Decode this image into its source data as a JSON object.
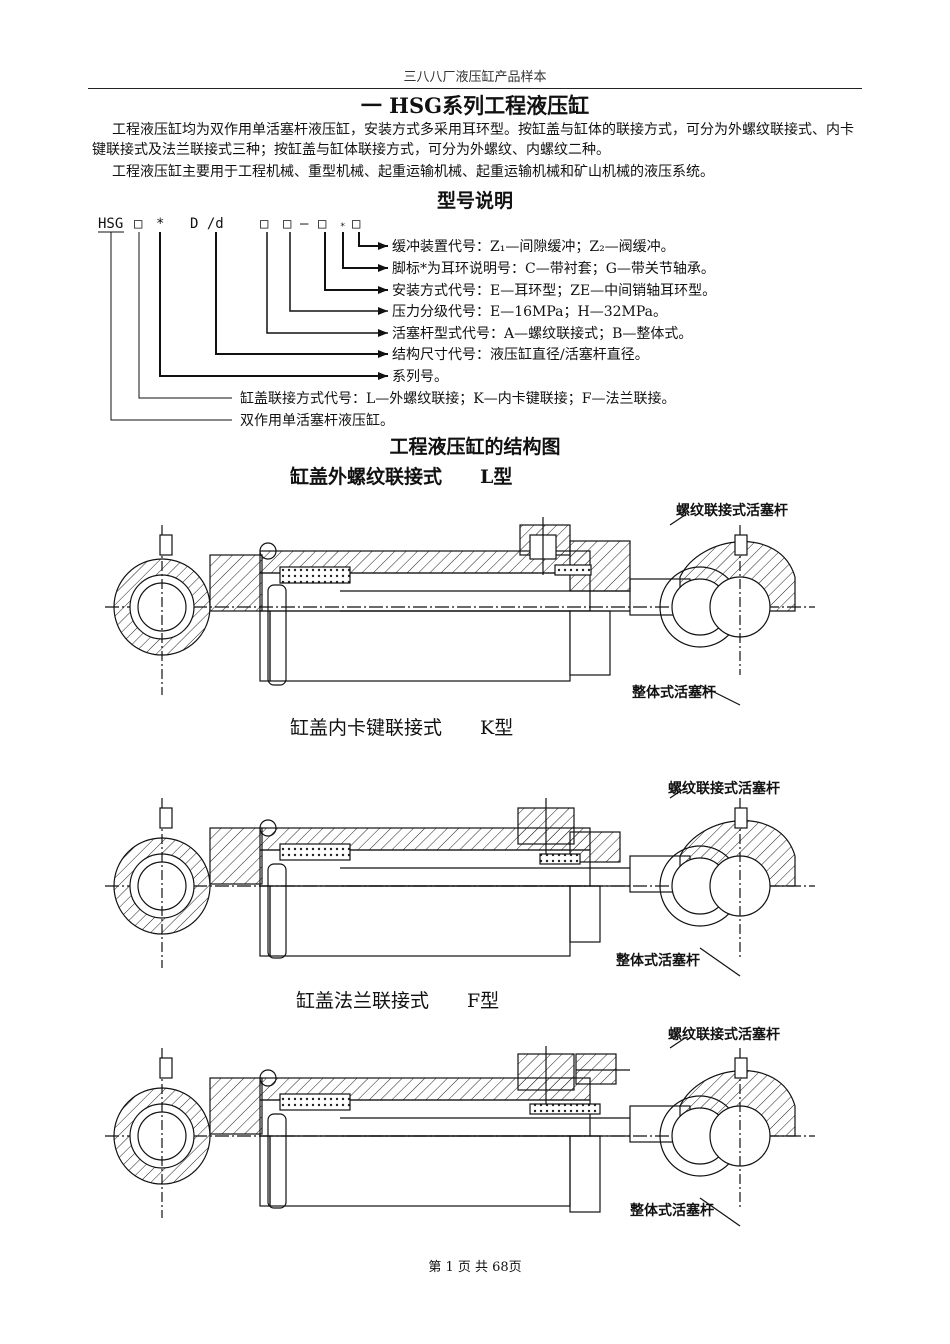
{
  "header": {
    "running_title": "三八八厂液压缸产品样本"
  },
  "section": {
    "title": "一 HSG系列工程液压缸",
    "paragraphs": [
      "工程液压缸均为双作用单活塞杆液压缸，安装方式多采用耳环型。按缸盖与缸体的联接方式，可分为外螺纹联接式、内卡键联接式及法兰联接式三种；按缸盖与缸体联接方式，可分为外螺纹、内螺纹二种。",
      "工程液压缸主要用于工程机械、重型机械、起重运输机械、起重运输机械和矿山机械的液压系统。"
    ]
  },
  "model": {
    "heading": "型号说明",
    "code": {
      "hsg": "HSG",
      "box": "□",
      "star": "*",
      "dd": "D /d",
      "dash": "—",
      "sub": "*"
    },
    "items": [
      "缓冲装置代号：Z₁—间隙缓冲；Z₂—阀缓冲。",
      "脚标*为耳环说明号：C—带衬套；G—带关节轴承。",
      "安装方式代号：E—耳环型；ZE—中间销轴耳环型。",
      "压力分级代号：E—16MPa；H—32MPa。",
      "活塞杆型式代号：A—螺纹联接式；B—整体式。",
      "结构尺寸代号：液压缸直径/活塞杆直径。",
      "系列号。",
      "缸盖联接方式代号：L—外螺纹联接；K—内卡键联接；F—法兰联接。",
      "双作用单活塞杆液压缸。"
    ]
  },
  "structure": {
    "heading": "工程液压缸的结构图",
    "diagrams": [
      {
        "caption": "缸盖外螺纹联接式　　L型",
        "label_top": "螺纹联接式活塞杆",
        "label_bottom": "整体式活塞杆"
      },
      {
        "caption": "缸盖内卡键联接式　　K型",
        "label_top": "螺纹联接式活塞杆",
        "label_bottom": "整体式活塞杆"
      },
      {
        "caption": "缸盖法兰联接式　　F型",
        "label_top": "螺纹联接式活塞杆",
        "label_bottom": "整体式活塞杆"
      }
    ]
  },
  "footer": {
    "page_text": "第 1 页 共 68页"
  }
}
